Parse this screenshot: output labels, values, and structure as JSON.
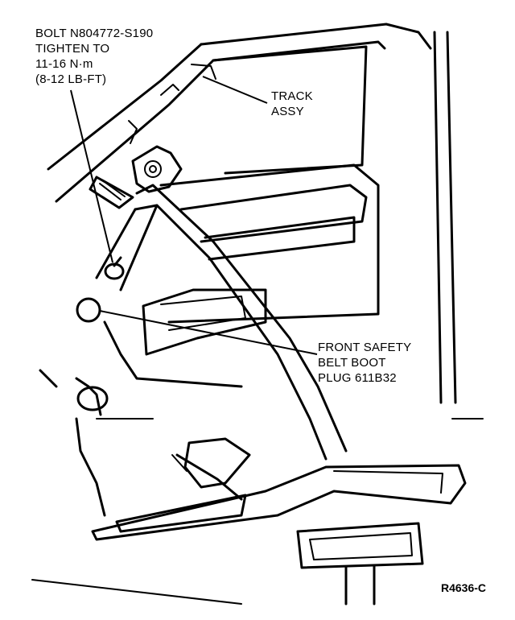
{
  "callouts": {
    "bolt": {
      "line1": "BOLT N804772-S190",
      "line2": "TIGHTEN TO",
      "line3": "11-16 N·m",
      "line4": "(8-12 LB-FT)"
    },
    "track": {
      "line1": "TRACK",
      "line2": "ASSY"
    },
    "boot": {
      "line1": "FRONT SAFETY",
      "line2": "BELT BOOT",
      "line3": "PLUG 611B32"
    }
  },
  "figure_ref": "R4636-C"
}
